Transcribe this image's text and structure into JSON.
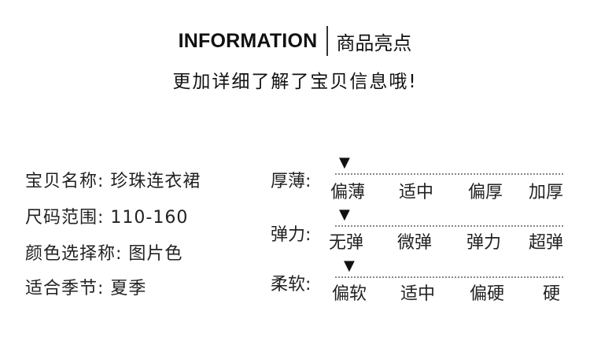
{
  "header": {
    "title_en": "INFORMATION",
    "title_cn": "商品亮点",
    "subtitle": "更加详细了解了宝贝信息哦!"
  },
  "info": [
    {
      "label": "宝贝名称:",
      "value": "珍珠连衣裙"
    },
    {
      "label": "尺码范围:",
      "value": "110-160"
    },
    {
      "label": "颜色选择称:",
      "value": "图片色"
    },
    {
      "label": "适合季节:",
      "value": "夏季"
    }
  ],
  "scales": [
    {
      "label": "厚薄:",
      "options": [
        "偏薄",
        "适中",
        "偏厚",
        "加厚"
      ],
      "selected": 0
    },
    {
      "label": "弹力:",
      "options": [
        "无弹",
        "微弹",
        "弹力",
        "超弹"
      ],
      "selected": 0
    },
    {
      "label": "柔软:",
      "options": [
        "偏软",
        "适中",
        "偏硬",
        "硬"
      ],
      "selected": 0
    }
  ],
  "marker_icon": "down-triangle-icon"
}
